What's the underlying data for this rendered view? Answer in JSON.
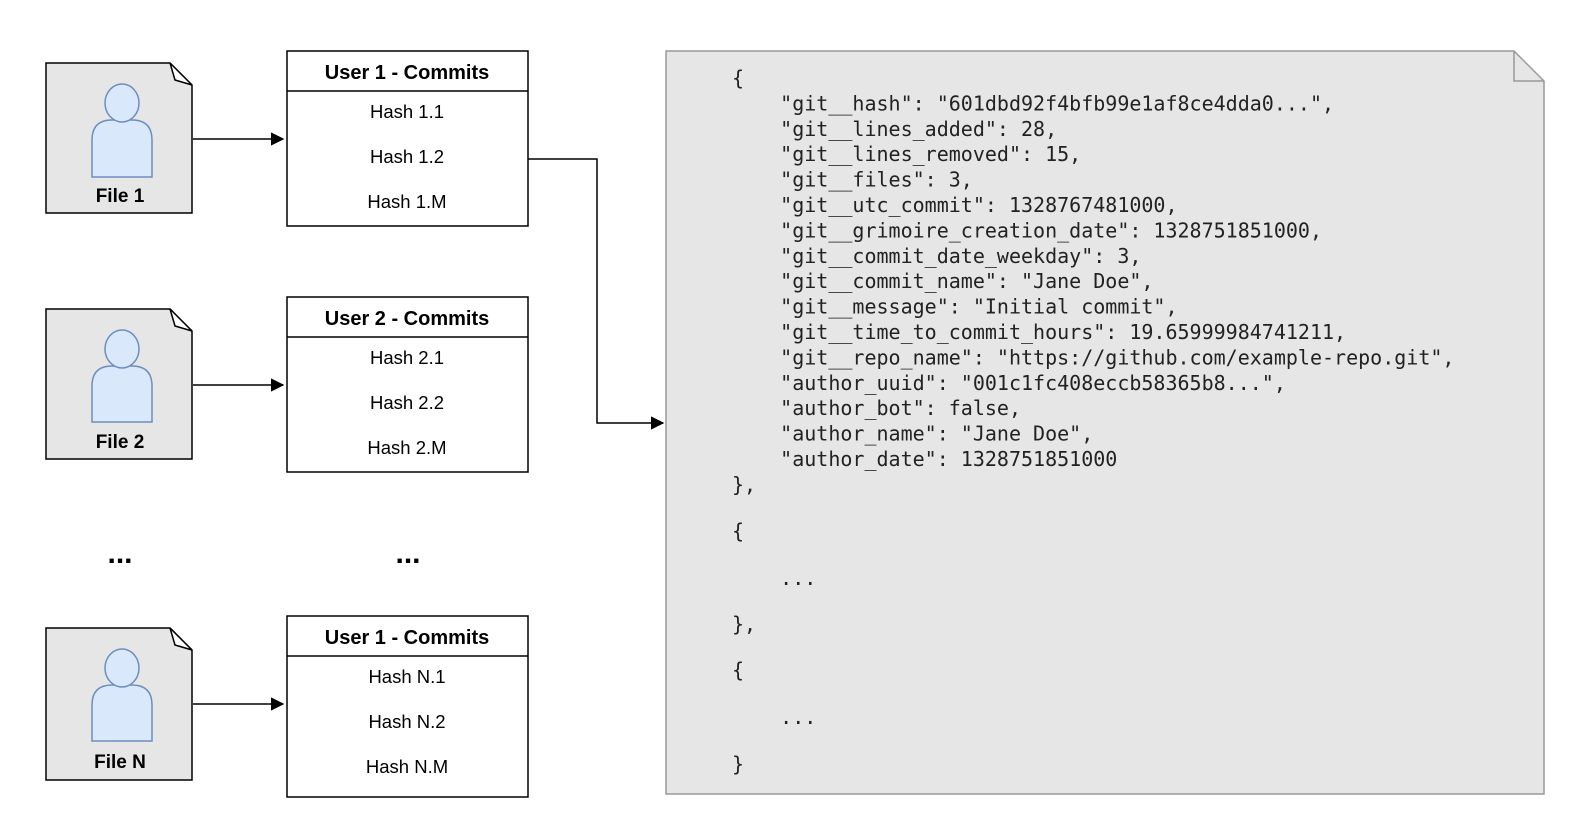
{
  "files": [
    {
      "label": "File 1",
      "commits_title": "User 1 - Commits",
      "hashes": [
        "Hash 1.1",
        "Hash 1.2",
        "Hash 1.M"
      ]
    },
    {
      "label": "File 2",
      "commits_title": "User 2 - Commits",
      "hashes": [
        "Hash 2.1",
        "Hash 2.2",
        "Hash 2.M"
      ]
    },
    {
      "label": "File N",
      "commits_title": "User 1 - Commits",
      "hashes": [
        "Hash N.1",
        "Hash N.2",
        "Hash N.M"
      ]
    }
  ],
  "ellipsis": "...",
  "json_document": {
    "lines": [
      "{",
      "    \"git__hash\": \"601dbd92f4bfb99e1af8ce4dda0...\",",
      "    \"git__lines_added\": 28,",
      "    \"git__lines_removed\": 15,",
      "    \"git__files\": 3,",
      "    \"git__utc_commit\": 1328767481000,",
      "    \"git__grimoire_creation_date\": 1328751851000,",
      "    \"git__commit_date_weekday\": 3,",
      "    \"git__commit_name\": \"Jane Doe\",",
      "    \"git__message\": \"Initial commit\",",
      "    \"git__time_to_commit_hours\": 19.65999984741211,",
      "    \"git__repo_name\": \"https://github.com/example-repo.git\",",
      "    \"author_uuid\": \"001c1fc408eccb58365b8...\",",
      "    \"author_bot\": false,",
      "    \"author_name\": \"Jane Doe\",",
      "    \"author_date\": 1328751851000",
      "},"
    ],
    "tail_lines": [
      "{",
      "    ...",
      "},",
      "{",
      "    ...",
      "}"
    ]
  },
  "colors": {
    "file_fill": "#e6e6e6",
    "person_fill": "#dae8fc",
    "person_stroke": "#6c8ebf",
    "doc_fill": "#e6e6e6",
    "doc_stroke": "#999999",
    "line": "#000000"
  },
  "icons": {
    "file": "file-user-icon",
    "document": "json-document-icon"
  }
}
